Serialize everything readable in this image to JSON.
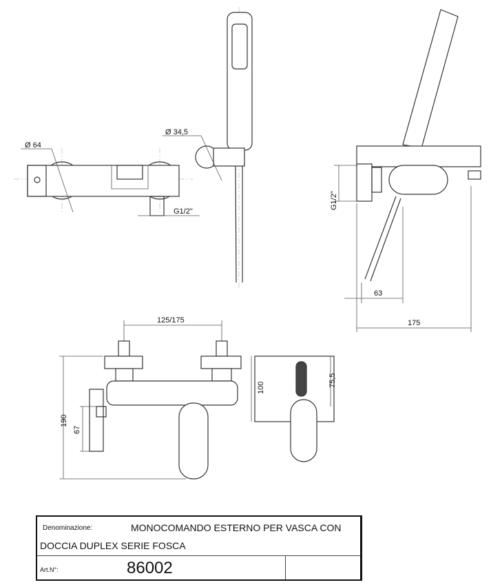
{
  "dimensions": {
    "diam_body": "Ø 64",
    "diam_holder": "Ø 34,5",
    "thread_front": "G1/2\"",
    "thread_side": "G1/2\"",
    "side_63": "63",
    "side_175": "175",
    "centers": "125/175",
    "height_190": "190",
    "height_67": "67",
    "height_100": "100",
    "height_75_5": "75,5"
  },
  "title_block": {
    "denominazione_label": "Denominazione:",
    "description_line1": "MONOCOMANDO ESTERNO PER VASCA CON",
    "description_line2": "DOCCIA DUPLEX SERIE FOSCA",
    "art_label": "Art.N°:",
    "art_number": "86002"
  }
}
